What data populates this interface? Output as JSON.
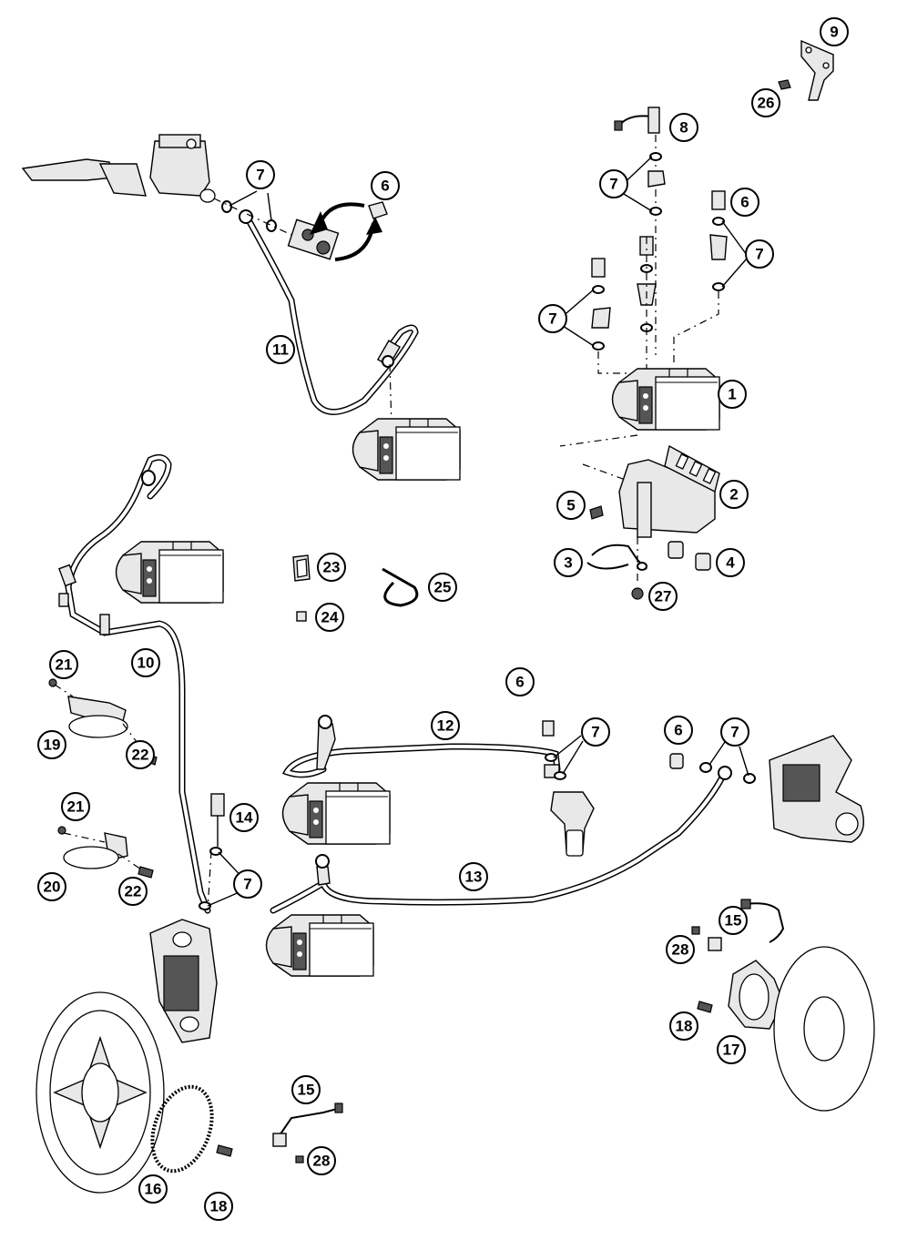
{
  "callouts": [
    {
      "id": "c1",
      "label": "1"
    },
    {
      "id": "c2",
      "label": "2"
    },
    {
      "id": "c3",
      "label": "3"
    },
    {
      "id": "c4",
      "label": "4"
    },
    {
      "id": "c5",
      "label": "5"
    },
    {
      "id": "c6a",
      "label": "6"
    },
    {
      "id": "c6b",
      "label": "6"
    },
    {
      "id": "c6c",
      "label": "6"
    },
    {
      "id": "c6d",
      "label": "6"
    },
    {
      "id": "c7a",
      "label": "7"
    },
    {
      "id": "c7b",
      "label": "7"
    },
    {
      "id": "c7c",
      "label": "7"
    },
    {
      "id": "c7d",
      "label": "7"
    },
    {
      "id": "c7e",
      "label": "7"
    },
    {
      "id": "c7f",
      "label": "7"
    },
    {
      "id": "c7g",
      "label": "7"
    },
    {
      "id": "c8",
      "label": "8"
    },
    {
      "id": "c9",
      "label": "9"
    },
    {
      "id": "c10",
      "label": "10"
    },
    {
      "id": "c11",
      "label": "11"
    },
    {
      "id": "c12",
      "label": "12"
    },
    {
      "id": "c13",
      "label": "13"
    },
    {
      "id": "c14",
      "label": "14"
    },
    {
      "id": "c15a",
      "label": "15"
    },
    {
      "id": "c15b",
      "label": "15"
    },
    {
      "id": "c16",
      "label": "16"
    },
    {
      "id": "c17",
      "label": "17"
    },
    {
      "id": "c18a",
      "label": "18"
    },
    {
      "id": "c18b",
      "label": "18"
    },
    {
      "id": "c19",
      "label": "19"
    },
    {
      "id": "c20",
      "label": "20"
    },
    {
      "id": "c21a",
      "label": "21"
    },
    {
      "id": "c21b",
      "label": "21"
    },
    {
      "id": "c22a",
      "label": "22"
    },
    {
      "id": "c22b",
      "label": "22"
    },
    {
      "id": "c23",
      "label": "23"
    },
    {
      "id": "c24",
      "label": "24"
    },
    {
      "id": "c25",
      "label": "25"
    },
    {
      "id": "c26",
      "label": "26"
    },
    {
      "id": "c27",
      "label": "27"
    },
    {
      "id": "c28a",
      "label": "28"
    },
    {
      "id": "c28b",
      "label": "28"
    }
  ]
}
